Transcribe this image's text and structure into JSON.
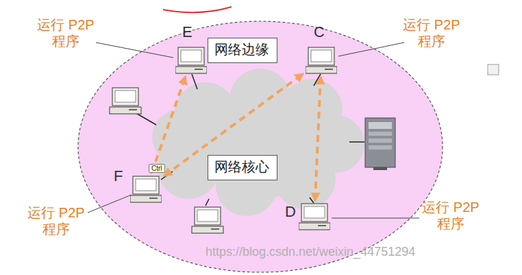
{
  "diagram": {
    "nodes": [
      {
        "text": [
          "E"
        ]
      },
      {
        "text": [
          "网络边缘"
        ]
      },
      {
        "text": [
          "C"
        ]
      },
      {
        "text": [
          "F"
        ]
      },
      {
        "text": [
          "网络核心"
        ]
      },
      {
        "text": [
          "D"
        ]
      }
    ],
    "edges": [
      {
        "from": 3,
        "to": 0,
        "arrow": "both"
      },
      {
        "from": 3,
        "to": 2,
        "arrow": "both"
      },
      {
        "from": 2,
        "to": 5,
        "arrow": "both"
      }
    ],
    "labels": [
      "运行 P2P 程序",
      "运行 P2P 程序",
      "运行 P2P 程序",
      "运行 P2P 程序",
      "Ctrl",
      "https://blog.csdn.net/weixin_44751294"
    ]
  }
}
